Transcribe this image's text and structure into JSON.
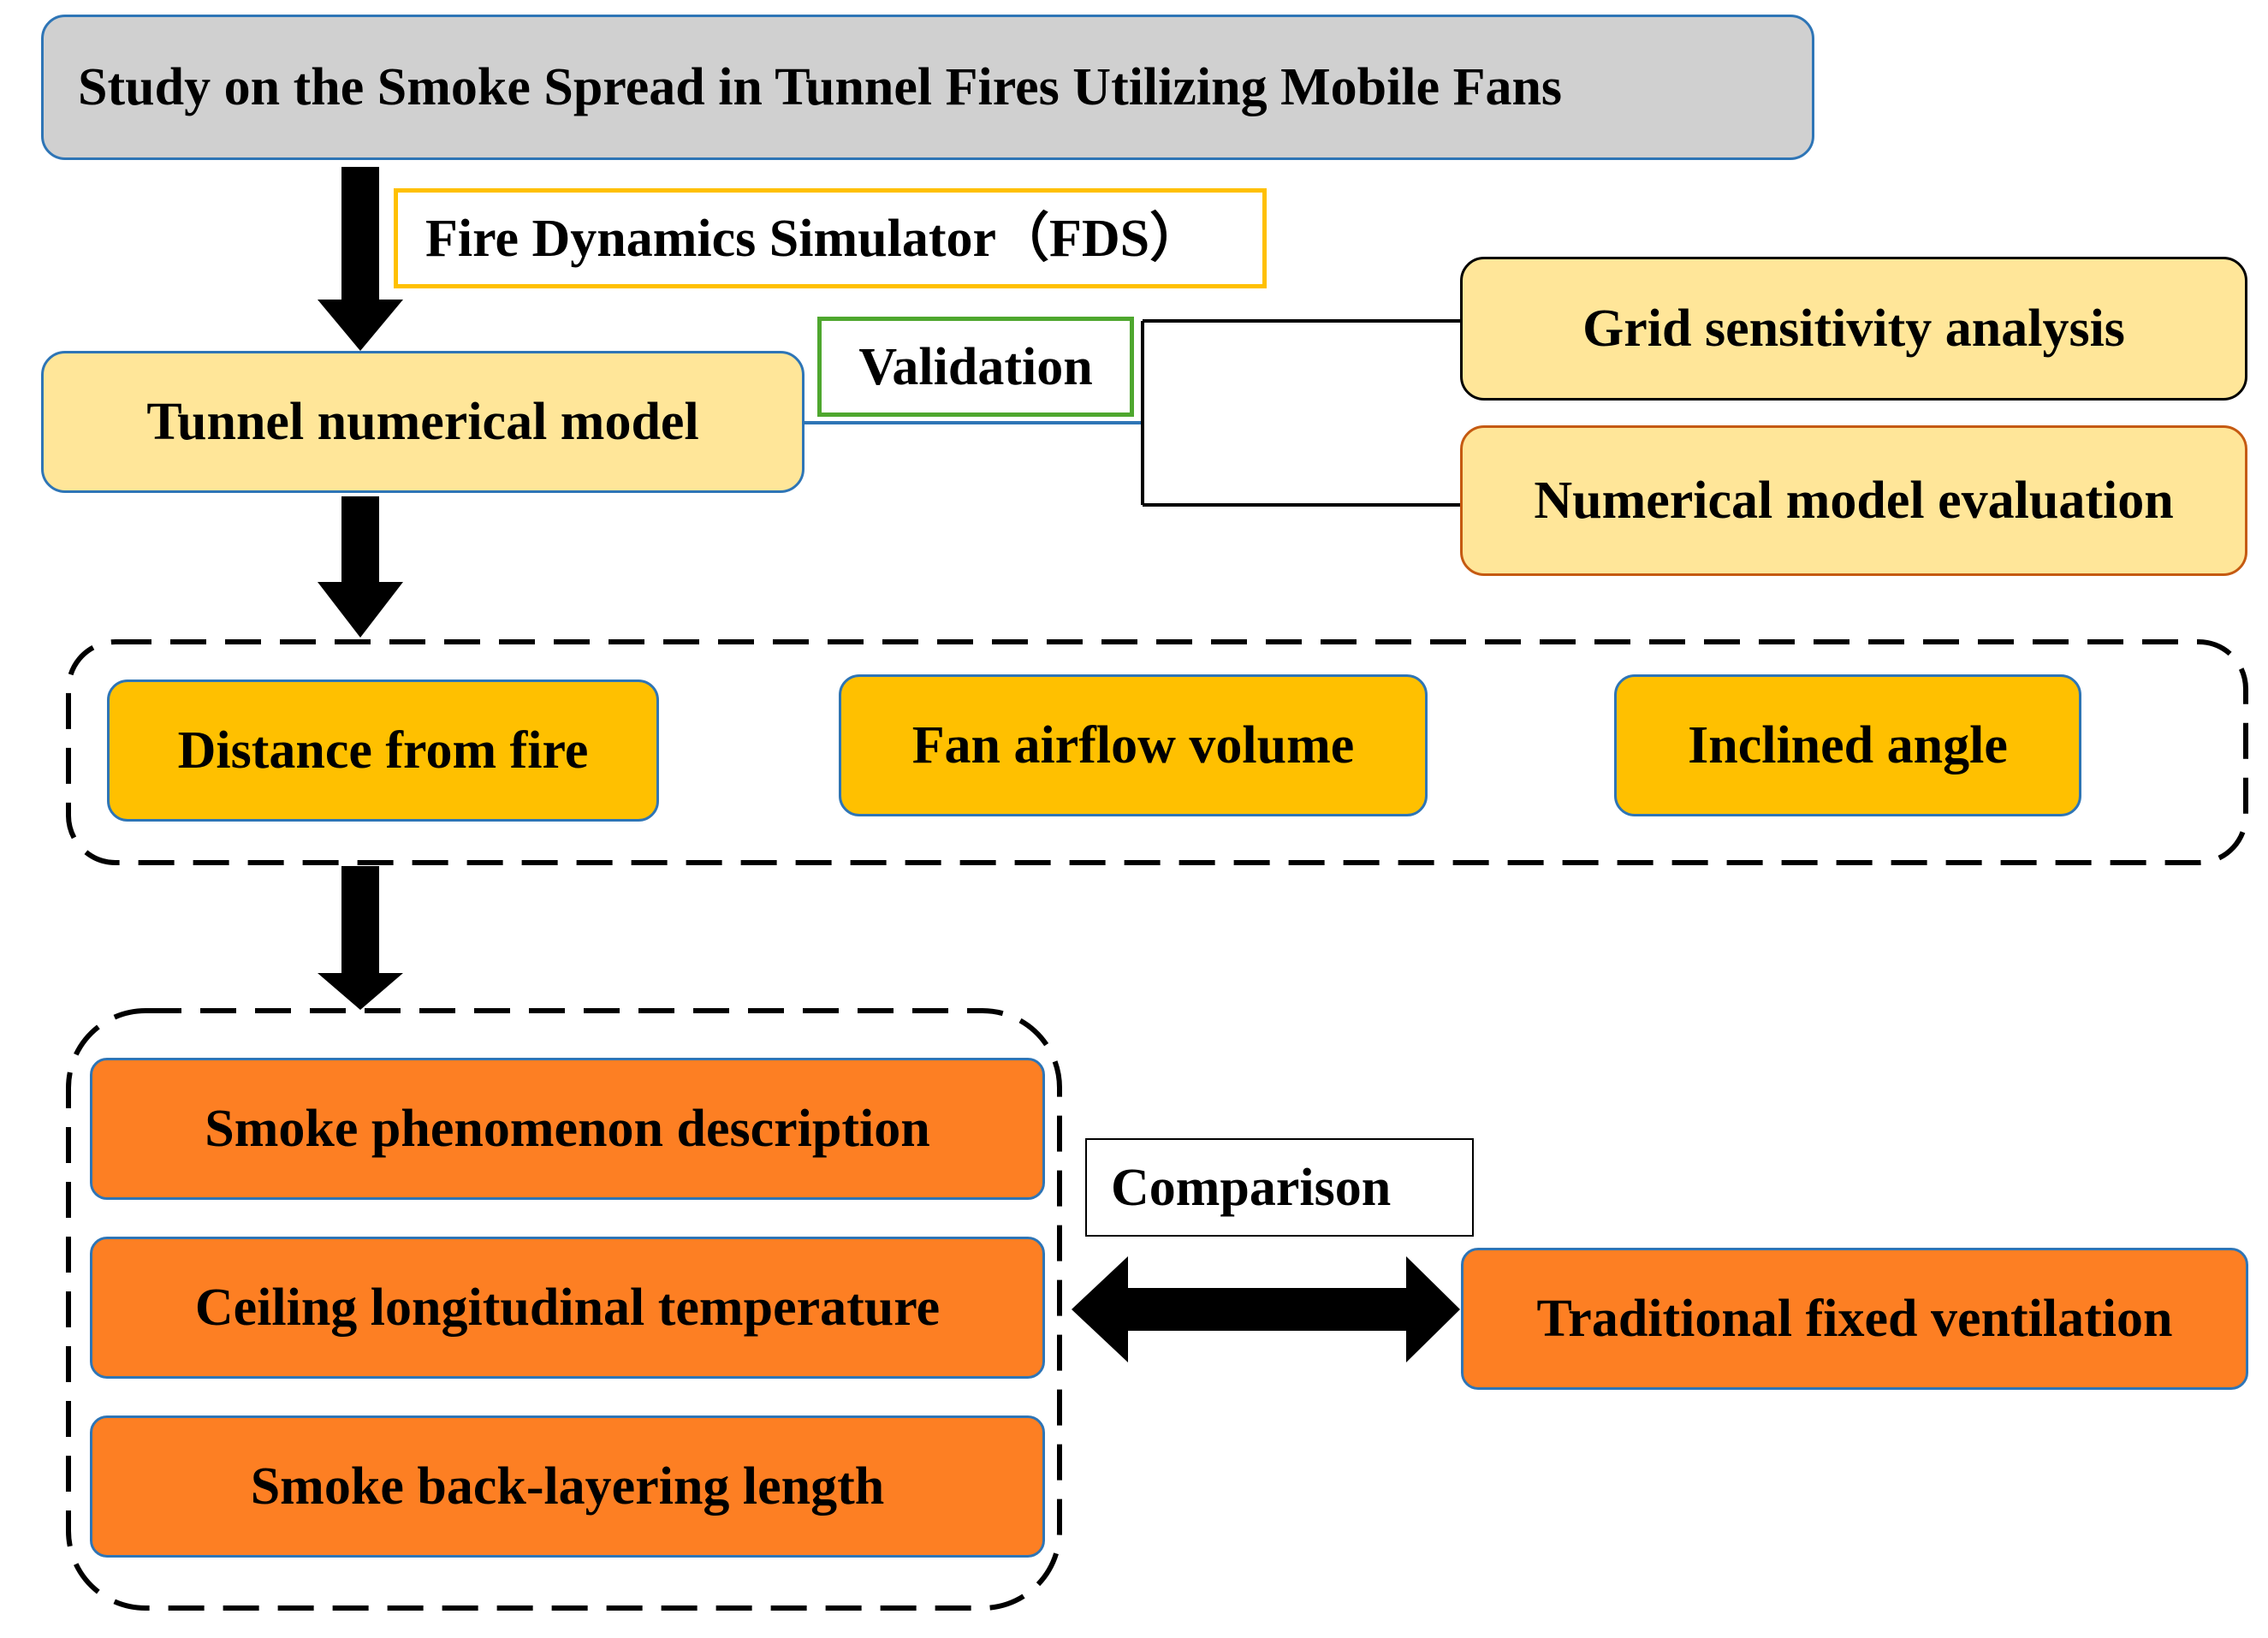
{
  "title": "Study on the Smoke Spread in Tunnel Fires Utilizing Mobile Fans",
  "method_label": "Fire Dynamics Simulator（FDS）",
  "model": {
    "label": "Tunnel numerical model",
    "validation_label": "Validation",
    "validation_items": [
      "Grid sensitivity analysis",
      "Numerical model evaluation"
    ]
  },
  "parameters": [
    "Distance from fire",
    "Fan airflow volume",
    "Inclined angle"
  ],
  "results": [
    "Smoke phenomenon description",
    "Ceiling longitudinal temperature",
    "Smoke back-layering length"
  ],
  "comparison": {
    "label": "Comparison",
    "target": "Traditional fixed ventilation"
  },
  "colors": {
    "title_fill": "#d0d0d0",
    "light_yellow": "#ffe699",
    "gold": "#ffc000",
    "orange": "#fd7f23",
    "blue_border": "#2e75b6",
    "green_border": "#4ea72e",
    "brown_border": "#c55a11"
  }
}
